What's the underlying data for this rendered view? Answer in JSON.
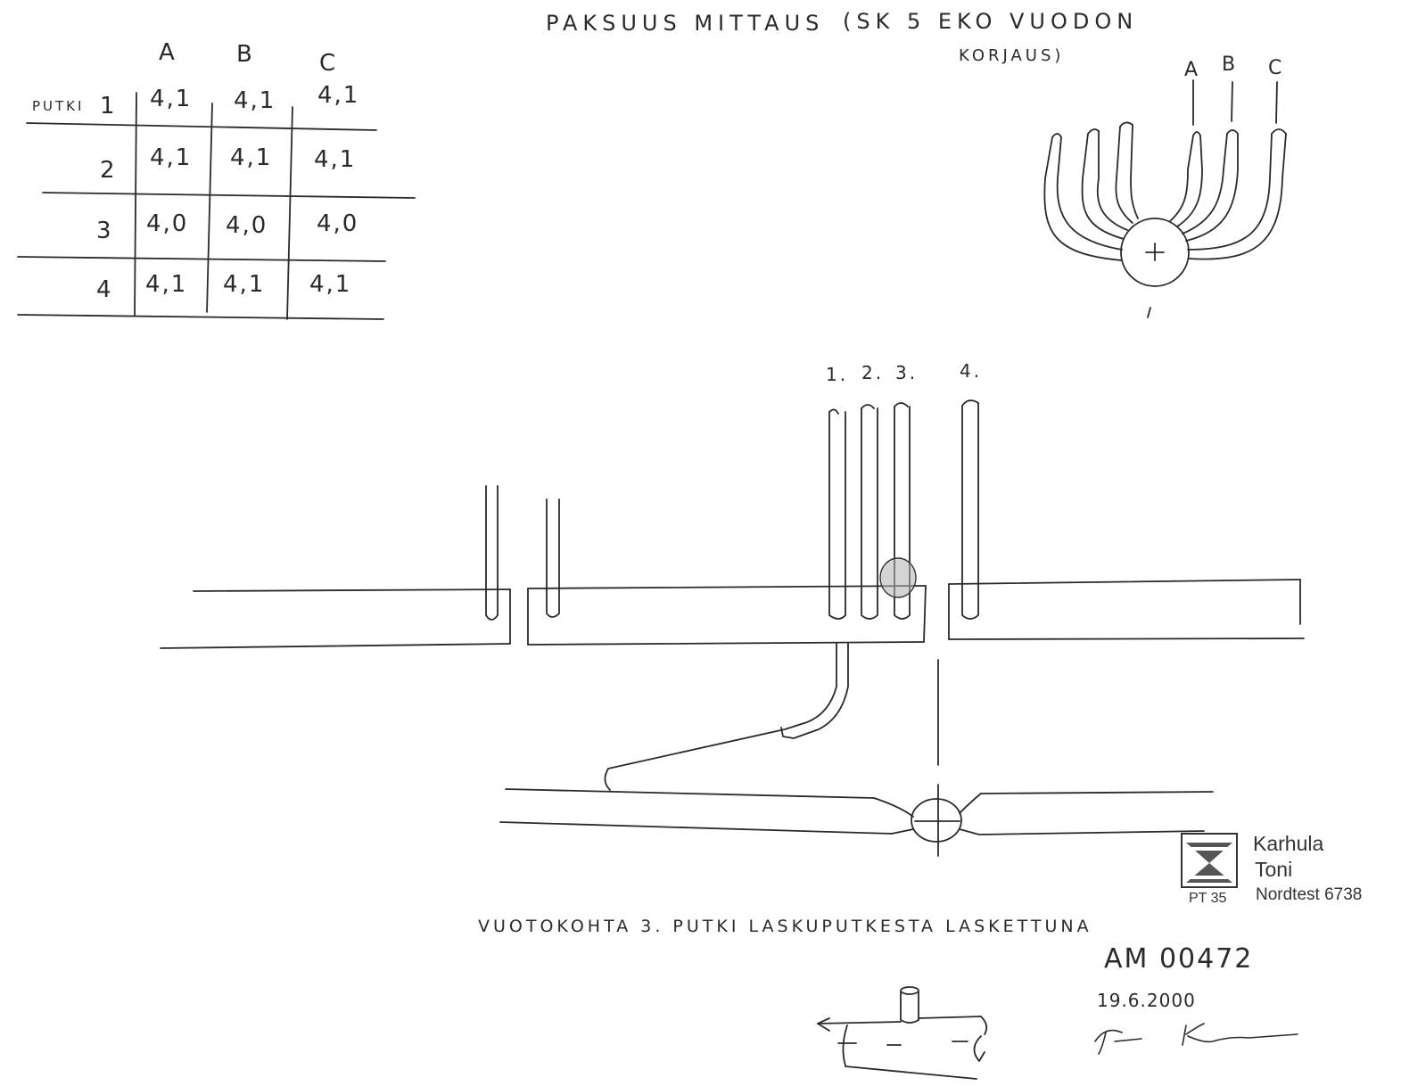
{
  "title": {
    "line1": "PAKSUUS MITTAUS",
    "line2": "(SK 5 EKO VUODON",
    "line3": "KORJAUS)"
  },
  "table": {
    "columns": [
      "A",
      "B",
      "C"
    ],
    "row_label": "PUTKI",
    "rows": [
      {
        "label": "1",
        "values": [
          "4,1",
          "4,1",
          "4,1"
        ]
      },
      {
        "label": "2",
        "values": [
          "4,1",
          "4,1",
          "4,1"
        ]
      },
      {
        "label": "3",
        "values": [
          "4,0",
          "4,0",
          "4,0"
        ]
      },
      {
        "label": "4",
        "values": [
          "4,1",
          "4,1",
          "4,1"
        ]
      }
    ]
  },
  "manifold_labels": [
    "A",
    "B",
    "C"
  ],
  "pipe_labels": [
    "1.",
    "2.",
    "3.",
    "4."
  ],
  "caption": "VUOTOKOHTA 3. PUTKI LASKUPUTKESTA LASKETTUNA",
  "stamp": {
    "name_line1": "Karhula",
    "name_line2": "Toni",
    "code": "PT 35",
    "cert": "Nordtest 6738"
  },
  "reference": "AM 00472",
  "date": "19.6.2000"
}
